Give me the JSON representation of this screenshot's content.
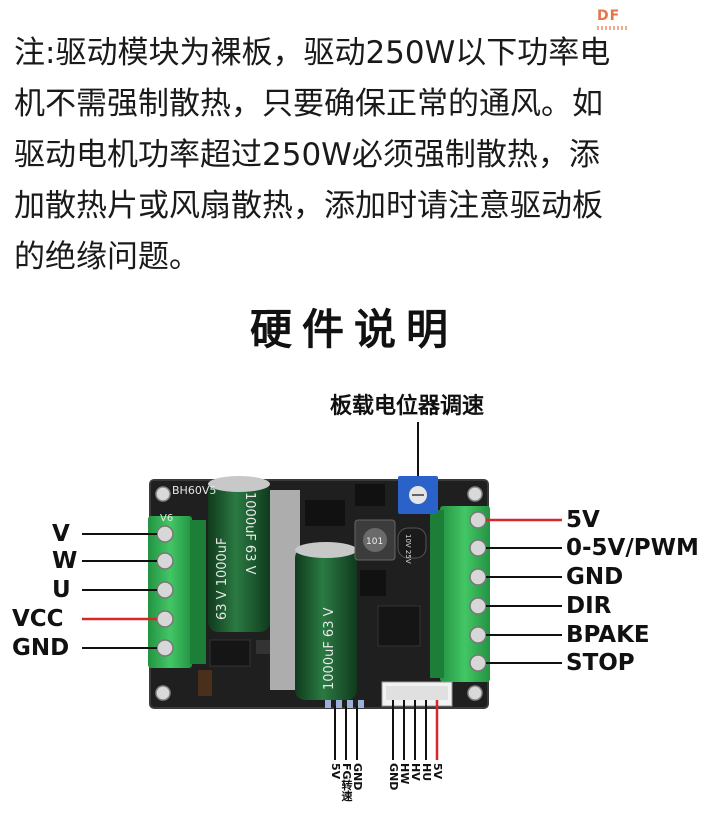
{
  "logo": {
    "text": "DF"
  },
  "note": {
    "lines": [
      "注:驱动模块为裸板，驱动250W以下功率电",
      "机不需强制散热，只要确保正常的通风。如",
      "驱动电机功率超过250W必须强制散热，添",
      "加散热片或风扇散热，添加时请注意驱动板",
      "的绝缘问题。"
    ]
  },
  "section_title": "硬件说明",
  "potentiometer_label": "板载电位器调速",
  "left_terminals": [
    "V",
    "W",
    "U",
    "VCC",
    "GND"
  ],
  "right_terminals": [
    "5V",
    "0-5V/PWM",
    "GND",
    "DIR",
    "BPAKE",
    "STOP"
  ],
  "bottom_left_pins": [
    "5V",
    "FG转速",
    "GND"
  ],
  "bottom_right_pins": [
    "GND",
    "HW",
    "HV",
    "HU",
    "5V"
  ],
  "board": {
    "model_label": "BH60V5",
    "v_mark": "V6",
    "cap_text_a": "1000uF  63 V",
    "cap_text_b": "63 V  1000uF",
    "cap_text_c": "1000uF  63 V",
    "inductor_label": "101",
    "small_cap_text": "10V 25V"
  },
  "colors": {
    "pcb": "#1f1f1f",
    "terminal": "#2fae4f",
    "capacitor": "#1e5a2e",
    "red_wire": "#d8262a",
    "accent_logo": "#e8734a"
  }
}
